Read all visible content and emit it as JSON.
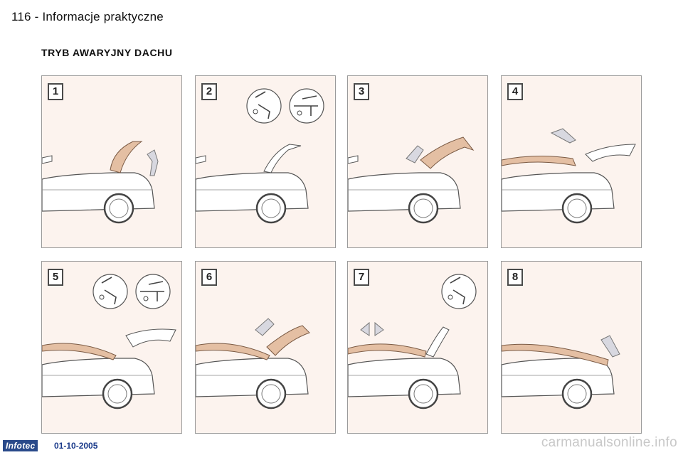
{
  "header": {
    "page_number": "116",
    "separator": "-",
    "section": "Informacje praktyczne"
  },
  "title": "TRYB AWARYJNY DACHU",
  "steps": [
    {
      "label": "1",
      "inset_icons": []
    },
    {
      "label": "2",
      "inset_icons": [
        "hand-lever-icon",
        "tool-key-icon"
      ]
    },
    {
      "label": "3",
      "inset_icons": []
    },
    {
      "label": "4",
      "inset_icons": []
    },
    {
      "label": "5",
      "inset_icons": [
        "hand-lever-icon",
        "tool-key-icon"
      ]
    },
    {
      "label": "6",
      "inset_icons": []
    },
    {
      "label": "7",
      "inset_icons": [
        "hand-lever-icon"
      ]
    },
    {
      "label": "8",
      "inset_icons": []
    }
  ],
  "footer": {
    "logo": "Infotec",
    "date": "01-10-2005"
  },
  "watermark": "carmanualsonline.info",
  "colors": {
    "panel_bg": "#fcf3ee",
    "roof": "#e4bfa3",
    "arrow": "#d8d8e0",
    "logo_bg": "#2a4a8a"
  }
}
